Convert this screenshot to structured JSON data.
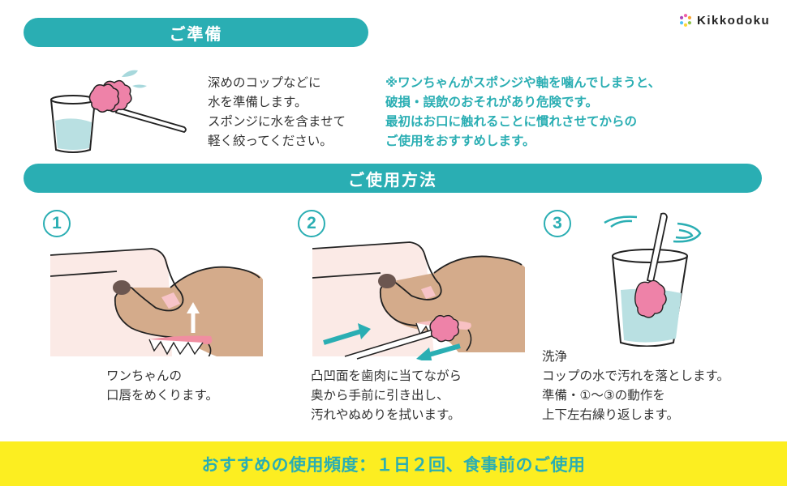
{
  "brand": {
    "name": "Kikkodoku",
    "logo_icon": "snowflake-flower-icon"
  },
  "colors": {
    "teal": "#2aaeb3",
    "yellow": "#fcee21",
    "text": "#333333",
    "sponge_pink": "#ee82a8",
    "water": "#b9e0e2",
    "dog_skin": "#d4ab8b",
    "hand_skin": "#fbeae6"
  },
  "prep": {
    "header": "ご準備",
    "illustration": "cup-with-sponge-swab",
    "lines": [
      "深めのコップなどに",
      "水を準備します。",
      "スポンジに水を含ませて",
      "軽く絞ってください。"
    ],
    "warning_lines": [
      "※ワンちゃんがスポンジや軸を噛んでしまうと、",
      "破損・誤飲のおそれがあり危険です。",
      "最初はお口に触れることに慣れさせてからの",
      "ご使用をおすすめします。"
    ]
  },
  "usage": {
    "header": "ご使用方法",
    "steps": [
      {
        "number": "1",
        "illustration": "finger-lifting-dog-lip",
        "lines": [
          "ワンちゃんの",
          "口唇をめくります。"
        ]
      },
      {
        "number": "2",
        "illustration": "sponge-wiping-dog-gums",
        "lines": [
          "凸凹面を歯肉に当てながら",
          "奥から手前に引き出し、",
          "汚れやぬめりを拭います。"
        ]
      },
      {
        "number": "3",
        "illustration": "sponge-rinsing-in-cup",
        "lines": [
          "洗浄",
          "コップの水で汚れを落とします。",
          "準備・①〜③の動作を",
          "上下左右繰り返します。"
        ]
      }
    ]
  },
  "footer": {
    "text": "おすすめの使用頻度：１日２回、食事前のご使用"
  }
}
